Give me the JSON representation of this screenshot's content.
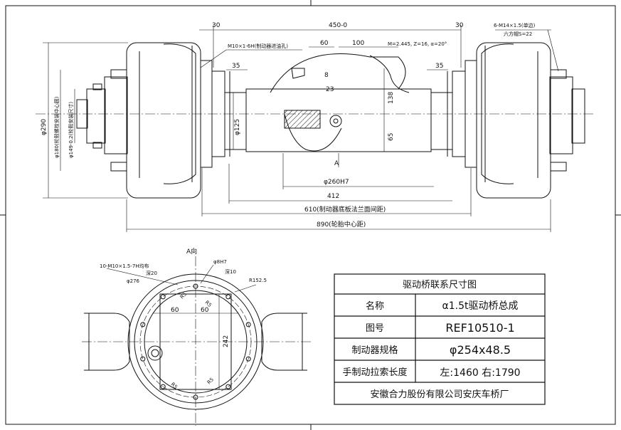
{
  "front_view": {
    "dims": {
      "overall_450": "450-0",
      "left_30": "30",
      "right_30": "30",
      "dim_60": "60",
      "dim_100": "100",
      "left_35": "35",
      "right_35": "35",
      "dim_8": "8",
      "dim_23": "23",
      "dim_138": "138",
      "dim_65": "65",
      "dia_290": "φ290",
      "dia_180": "φ180(轮毂螺栓安装中心圆)",
      "dia_149": "φ149-0.2(轮毂安装尺寸)",
      "dia_125": "φ125",
      "dia_260": "φ260H7",
      "dim_412": "412",
      "dim_610": "610(制动器底板法兰面间距)",
      "dim_890": "890(轮胎中心距)",
      "section_a": "A"
    },
    "callouts": {
      "m10_hole": "M10×1-6H(制动器进油孔)",
      "m14_bolt": "6-M14×1.5(单边)",
      "across_flats": "六方帽S=22",
      "gear_spec": "M=2.445, Z=16, α=20°"
    }
  },
  "bottom_view": {
    "title": "A向",
    "callouts": {
      "threaded_holes": "10-M10×1.5-7H均布",
      "depth_20": "深20",
      "pin_hole": "φ8H7",
      "depth_10": "深10",
      "radius": "R152.5",
      "dia_276": "φ276",
      "dim_60_left": "60",
      "dim_60_right": "60",
      "dim_242": "242",
      "r5_labels": [
        "R5",
        "R5",
        "R5",
        "R5"
      ]
    }
  },
  "title_block": {
    "heading": "驱动桥联系尺寸图",
    "rows": [
      {
        "label": "名称",
        "value": "α1.5t驱动桥总成"
      },
      {
        "label": "图号",
        "value": "REF10510-1"
      },
      {
        "label": "制动器规格",
        "value": "φ254x48.5"
      },
      {
        "label": "手制动拉索长度",
        "value": "左:1460  右:1790"
      }
    ],
    "company": "安徽合力股份有限公司安庆车桥厂"
  }
}
